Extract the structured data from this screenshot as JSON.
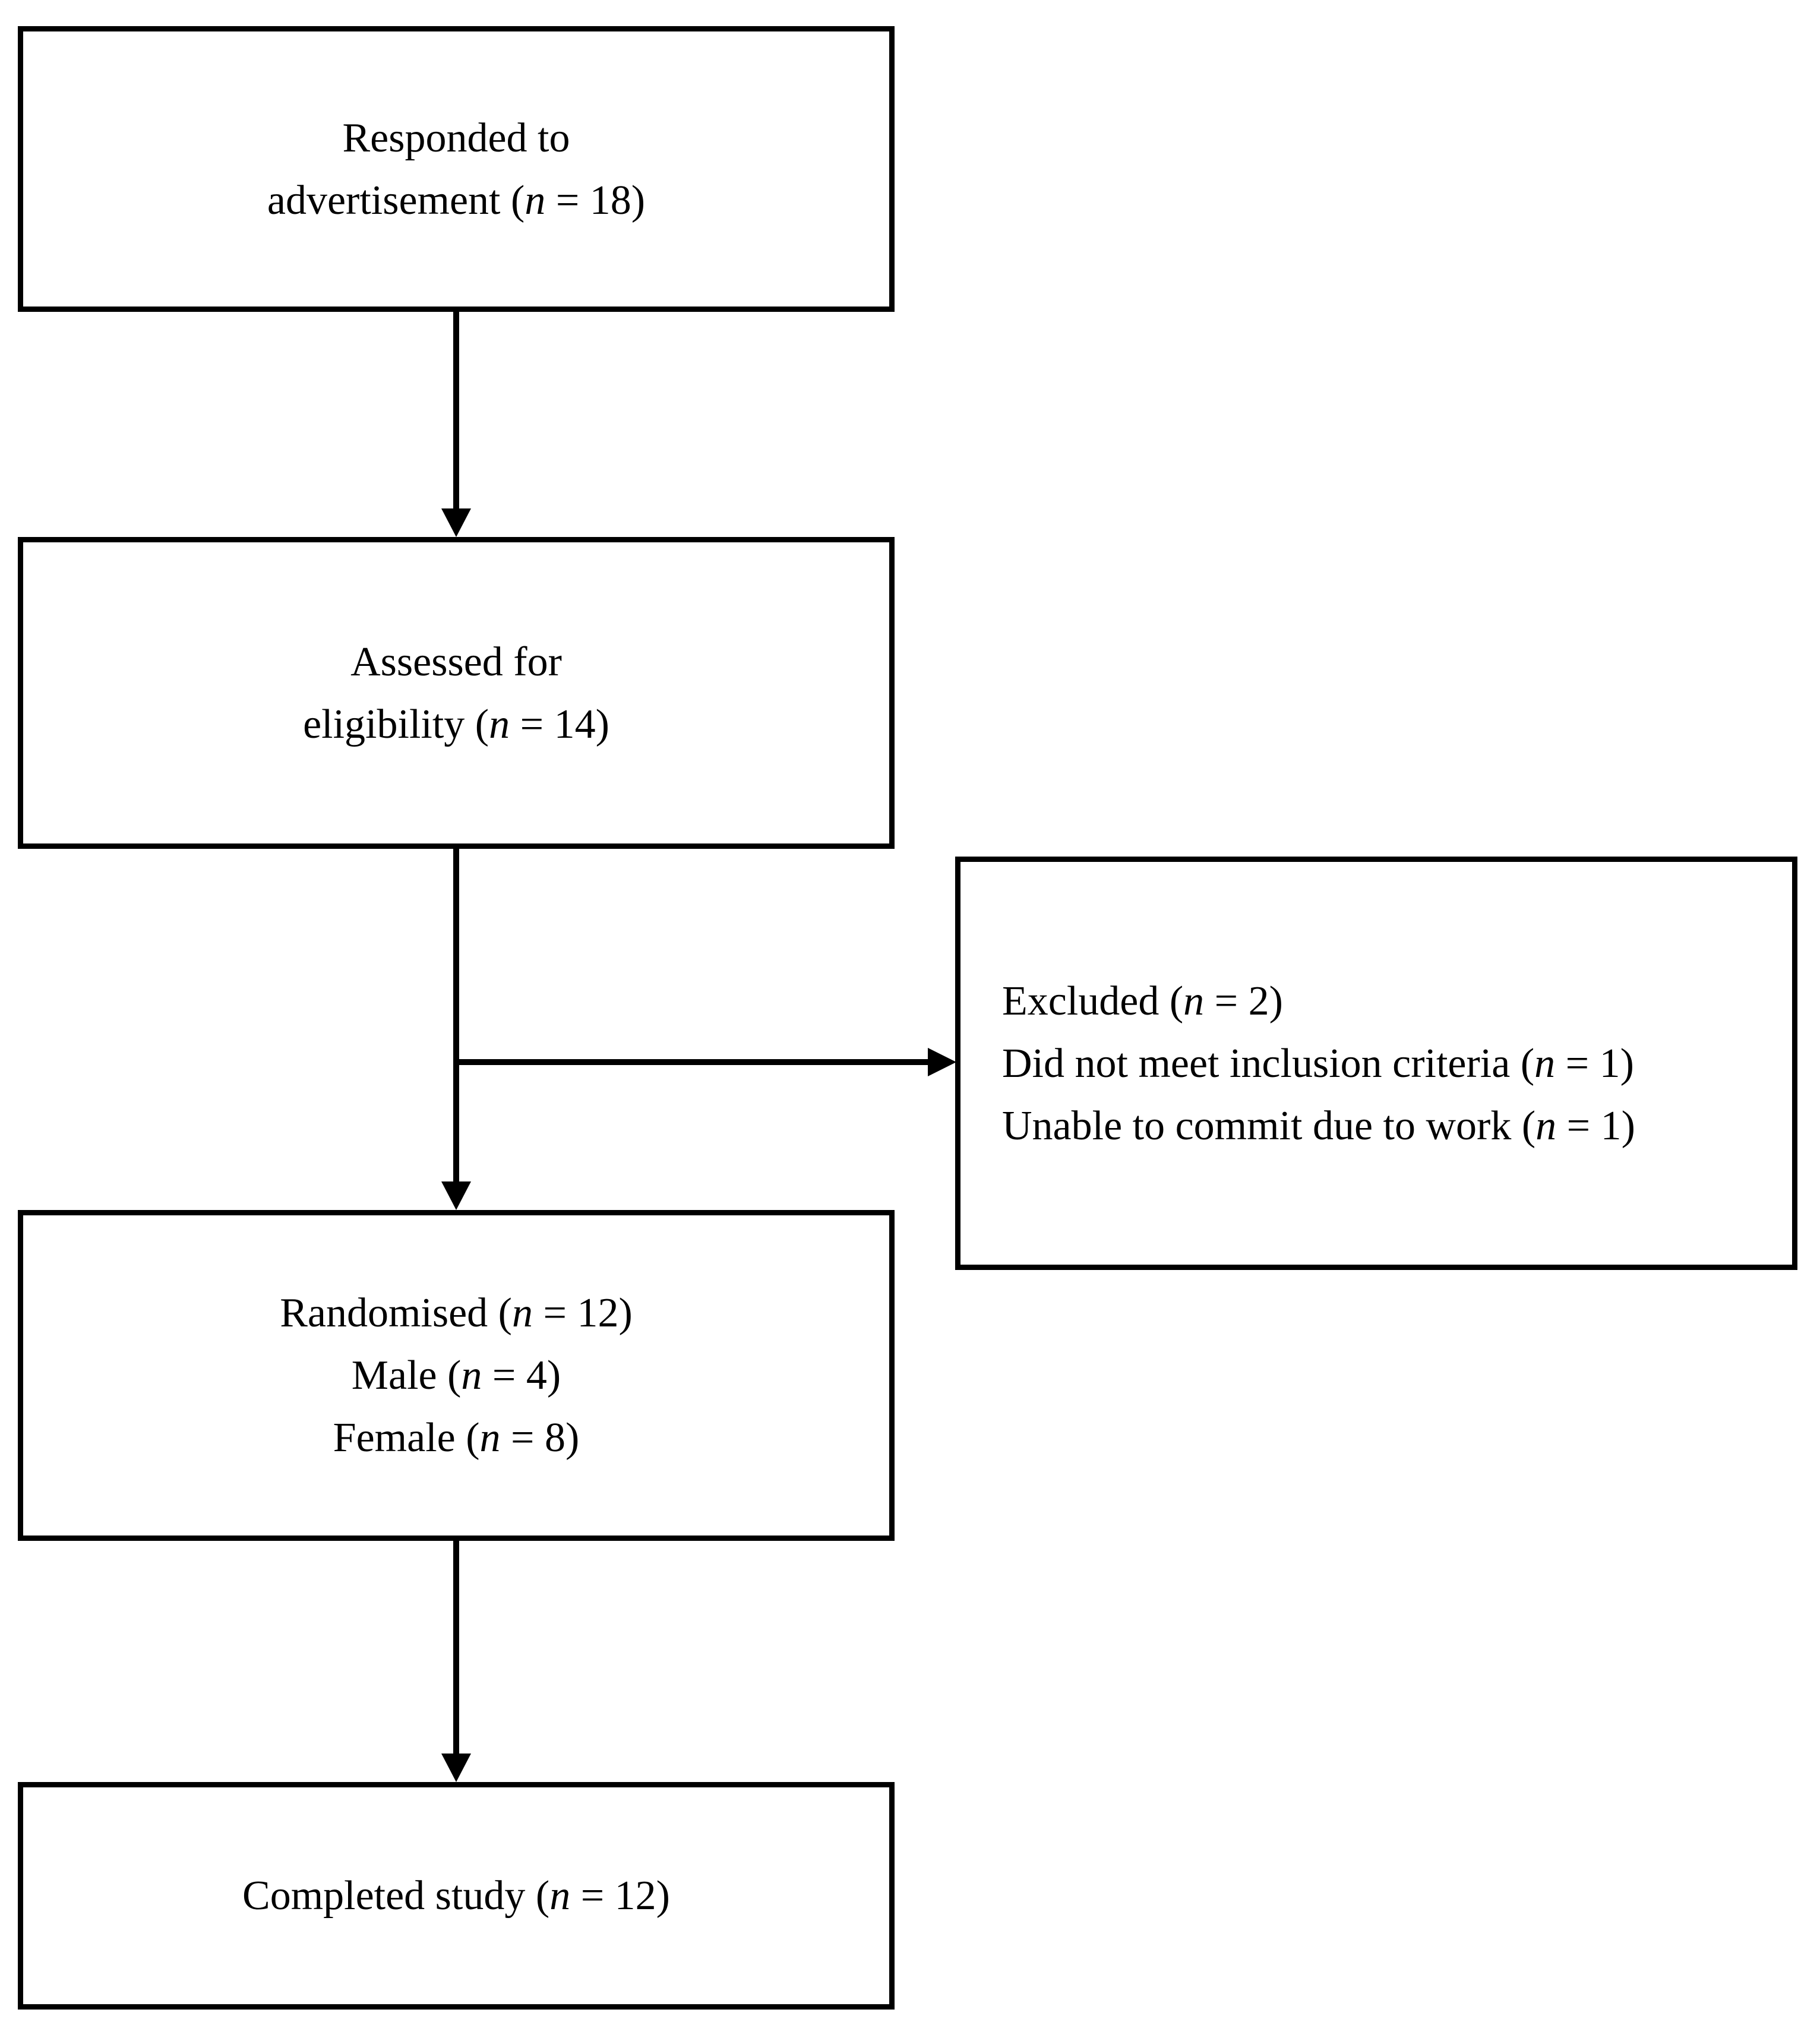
{
  "diagram": {
    "type": "flowchart",
    "colors": {
      "background": "#ffffff",
      "stroke": "#000000",
      "text": "#000000"
    },
    "nodes": {
      "responded": {
        "lines": [
          {
            "before": "Responded to",
            "var": "",
            "after": ""
          },
          {
            "before": "advertisement (",
            "var": "n",
            "after": " = 18)"
          }
        ]
      },
      "assessed": {
        "lines": [
          {
            "before": "Assessed for",
            "var": "",
            "after": ""
          },
          {
            "before": "eligibility (",
            "var": "n",
            "after": " = 14)"
          }
        ]
      },
      "excluded": {
        "lines": [
          {
            "before": "Excluded (",
            "var": "n",
            "after": " = 2)"
          },
          {
            "before": "Did not meet inclusion criteria (",
            "var": "n",
            "after": " = 1)"
          },
          {
            "before": "Unable to commit due to work (",
            "var": "n",
            "after": " = 1)"
          }
        ]
      },
      "randomised": {
        "lines": [
          {
            "before": "Randomised (",
            "var": "n",
            "after": " = 12)"
          },
          {
            "before": "Male (",
            "var": "n",
            "after": " = 4)"
          },
          {
            "before": "Female (",
            "var": "n",
            "after": " = 8)"
          }
        ]
      },
      "completed": {
        "lines": [
          {
            "before": "Completed study (",
            "var": "n",
            "after": " = 12)"
          }
        ]
      }
    },
    "edges": [
      {
        "from": "responded",
        "to": "assessed",
        "direction": "down"
      },
      {
        "from": "assessed",
        "to": "randomised",
        "direction": "down"
      },
      {
        "from": "assessed",
        "to": "excluded",
        "direction": "right"
      },
      {
        "from": "randomised",
        "to": "completed",
        "direction": "down"
      }
    ]
  }
}
